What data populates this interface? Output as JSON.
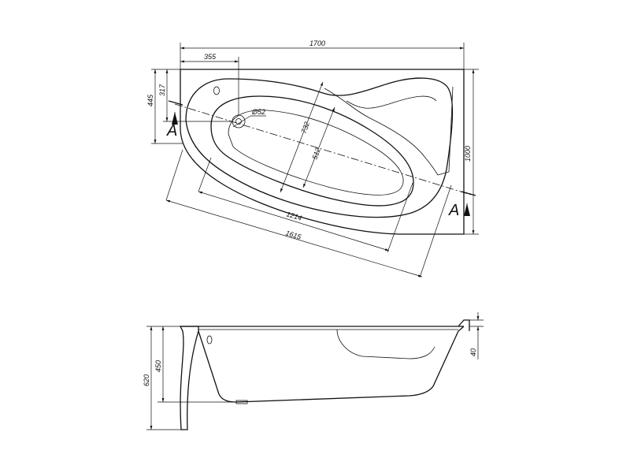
{
  "top_view": {
    "dims": {
      "overall_width": "1700",
      "drain_offset": "355",
      "overall_depth": "1000",
      "drain_from_top_a": "317",
      "drain_from_top_b": "445",
      "drain_diameter": "Ø52",
      "inner_length": "1214",
      "outer_length": "1615",
      "outer_width": "732",
      "inner_width": "512"
    },
    "section_label_left": "A",
    "section_label_right": "A"
  },
  "side_view": {
    "dims": {
      "total_height": "620",
      "tub_height": "450",
      "rim_height": "40"
    }
  }
}
